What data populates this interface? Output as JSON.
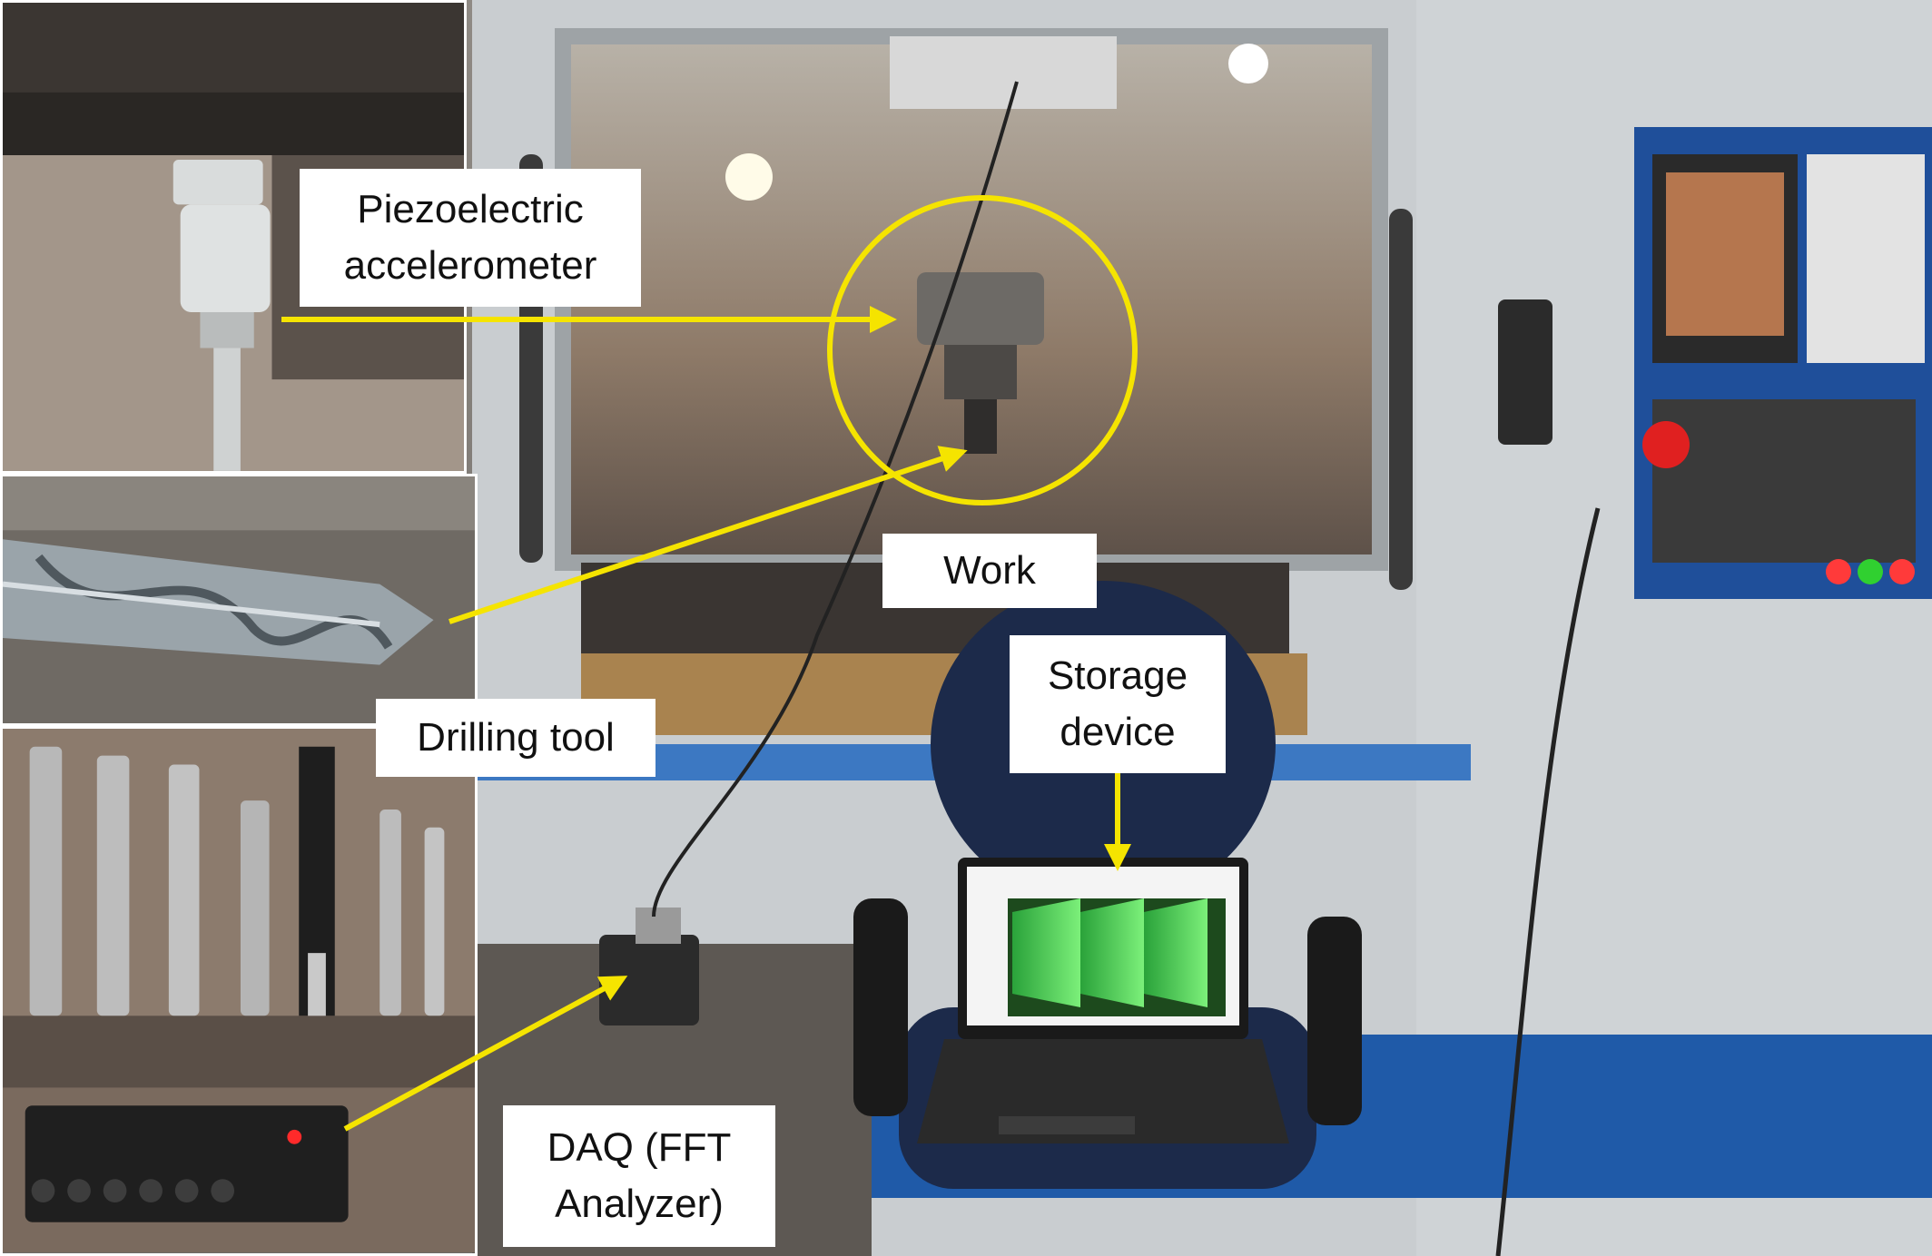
{
  "labels": {
    "accelerometer": "Piezoelectric accelerometer",
    "work": "Work",
    "drill": "Drilling tool",
    "storage": "Storage device",
    "daq": "DAQ (FFT Analyzer)"
  },
  "colors": {
    "annotation": "#f5e400",
    "machine_body": "#c8cccf",
    "machine_blue": "#1f5aa8",
    "screen_green": "#3fe04a"
  }
}
